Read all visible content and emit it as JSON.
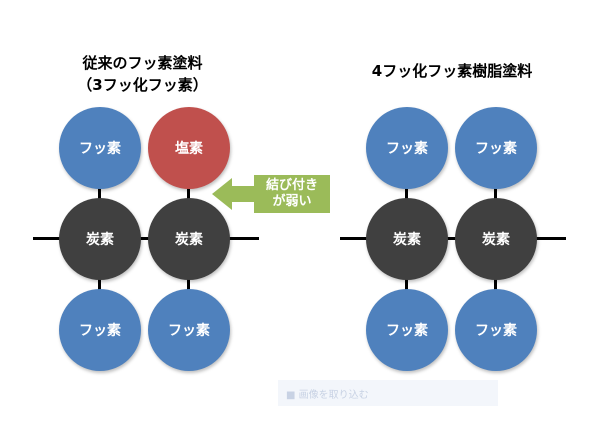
{
  "left": {
    "title_line1": "従来のフッ素塗料",
    "title_line2": "（3フッ化フッ素）",
    "atoms": {
      "top_left": "フッ素",
      "top_right": "塩素",
      "mid_left": "炭素",
      "mid_right": "炭素",
      "bottom_left": "フッ素",
      "bottom_right": "フッ素"
    }
  },
  "callout": {
    "line1": "結び付き",
    "line2": "が弱い"
  },
  "right": {
    "title": "4フッ化フッ素樹脂塗料",
    "atoms": {
      "top_left": "フッ素",
      "top_right": "フッ素",
      "mid_left": "炭素",
      "mid_right": "炭素",
      "bottom_left": "フッ素",
      "bottom_right": "フッ素"
    }
  },
  "watermark": "■ 画像を取り込む",
  "colors": {
    "fluorine": "#4f81bd",
    "carbon": "#404040",
    "chlorine": "#c0504d",
    "arrow": "#9bbb59"
  }
}
